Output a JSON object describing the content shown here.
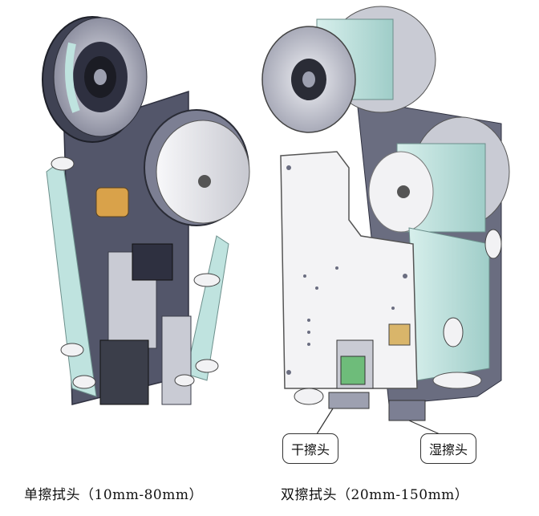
{
  "captions": {
    "single": "单擦拭头（10mm-80mm）",
    "double": "双擦拭头（20mm-150mm）"
  },
  "callouts": {
    "dry": "干擦头",
    "wet": "湿擦头"
  },
  "colors": {
    "metal": "#c9cbd4",
    "dark_metal": "#3b3e4a",
    "tape": "#bfe3df",
    "plate": "#f3f3f5",
    "background": "#ffffff"
  }
}
